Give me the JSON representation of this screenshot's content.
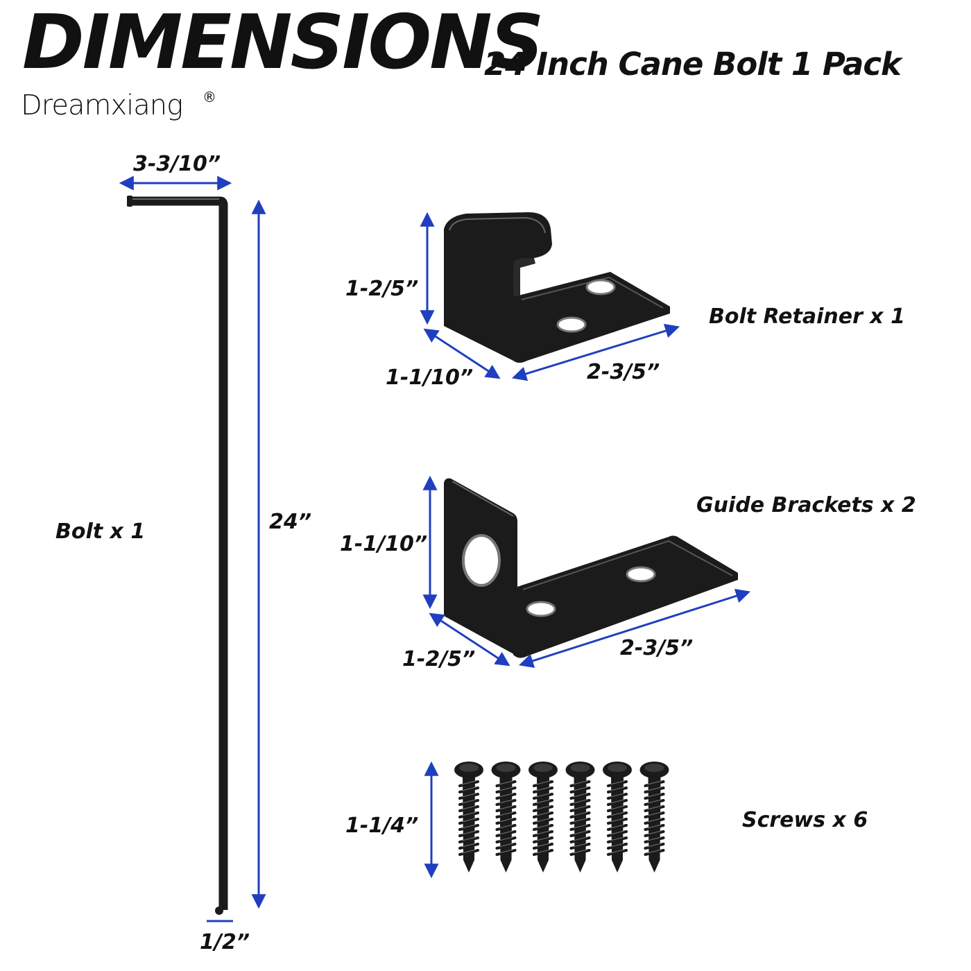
{
  "header": {
    "title": "DIMENSIONS",
    "subtitle": "24 Inch Cane Bolt 1 Pack",
    "brand": "Dreamxiang",
    "brand_mark": "®"
  },
  "colors": {
    "dimension_line": "#1f3fbf",
    "part": "#1b1b1b",
    "part_edge": "#555555"
  },
  "bolt": {
    "label": "Bolt x 1",
    "dims": {
      "top_width": "3-3/10”",
      "length": "24”",
      "diameter": "1/2”"
    }
  },
  "bolt_retainer": {
    "label": "Bolt Retainer x 1",
    "dims": {
      "height": "1-2/5”",
      "depth": "1-1/10”",
      "length": "2-3/5”"
    }
  },
  "guide_brackets": {
    "label": "Guide Brackets x 2",
    "dims": {
      "height": "1-1/10”",
      "depth": "1-2/5”",
      "length": "2-3/5”"
    }
  },
  "screws": {
    "label": "Screws x 6",
    "count": 6,
    "dims": {
      "length": "1-1/4”"
    }
  }
}
